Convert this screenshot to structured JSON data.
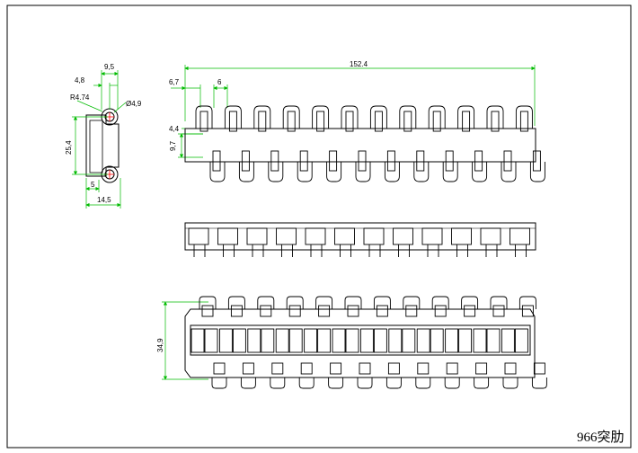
{
  "drawing": {
    "title": "966突肋",
    "colors": {
      "outline": "#000000",
      "dimension": "#00bb00",
      "center_mark": "#ff0000",
      "paper": "#ffffff"
    },
    "dimensions": {
      "side_width_top": "9,5",
      "side_offset": "4,8",
      "side_radius": "R4.74",
      "side_hole": "Ø4,9",
      "side_height": "25,4",
      "side_bottom_offset": "5",
      "side_bottom_width": "14,5",
      "top_overall_length": "152.4",
      "top_offset": "6,7",
      "top_pitch": "6",
      "top_small": "4,4",
      "top_depth": "9,7",
      "bottom_height": "34,9"
    },
    "modules": {
      "top_view_links": 12,
      "bottom_view_links": 12
    }
  }
}
